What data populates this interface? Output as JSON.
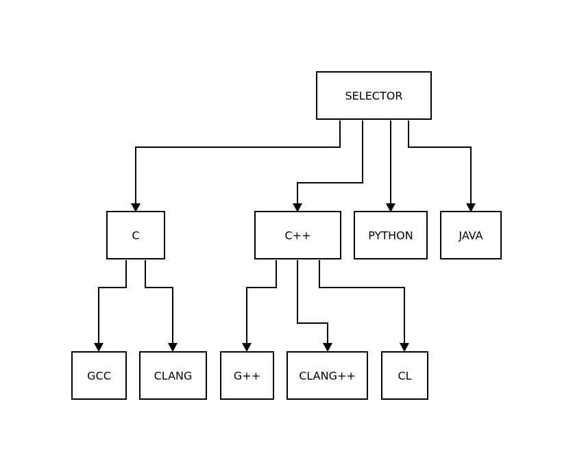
{
  "diagram": {
    "type": "tree",
    "nodes": {
      "selector": "SELECTOR",
      "c": "C",
      "cpp": "C++",
      "python": "PYTHON",
      "java": "JAVA",
      "gcc": "GCC",
      "clang": "CLANG",
      "gpp": "G++",
      "clangpp": "CLANG++",
      "cl": "CL"
    },
    "edges": [
      {
        "from": "SELECTOR",
        "to": "C"
      },
      {
        "from": "SELECTOR",
        "to": "C++"
      },
      {
        "from": "SELECTOR",
        "to": "PYTHON"
      },
      {
        "from": "SELECTOR",
        "to": "JAVA"
      },
      {
        "from": "C",
        "to": "GCC"
      },
      {
        "from": "C",
        "to": "CLANG"
      },
      {
        "from": "C++",
        "to": "G++"
      },
      {
        "from": "C++",
        "to": "CLANG++"
      },
      {
        "from": "C++",
        "to": "CL"
      }
    ]
  }
}
